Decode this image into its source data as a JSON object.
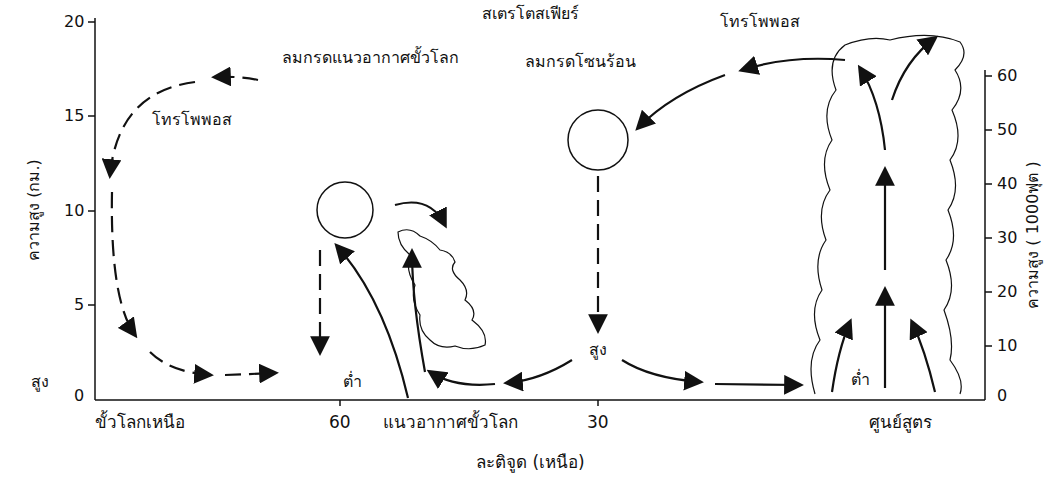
{
  "diagram": {
    "labels": [
      "สเตรโตสเฟียร์",
      "โทรโพพอส",
      "ลมกรดโซนร้อน",
      "ลมกรดแนวอากาศขั้วโลก",
      "โทรโพพอส",
      "ความสูง (กม.)",
      "20",
      "15",
      "10",
      "5",
      "0",
      "ความสูง ( 1000ฟุต )",
      "60",
      "50",
      "40",
      "30",
      "20",
      "10",
      "0",
      "สูง",
      "ต่ำ",
      "สูง",
      "ต่ำ",
      "ขั้วโลกเหนือ",
      "60",
      "แนวอากาศขั้วโลก",
      "30",
      "ศูนย์สูตร",
      "ละติจูด (เหนือ)"
    ]
  }
}
